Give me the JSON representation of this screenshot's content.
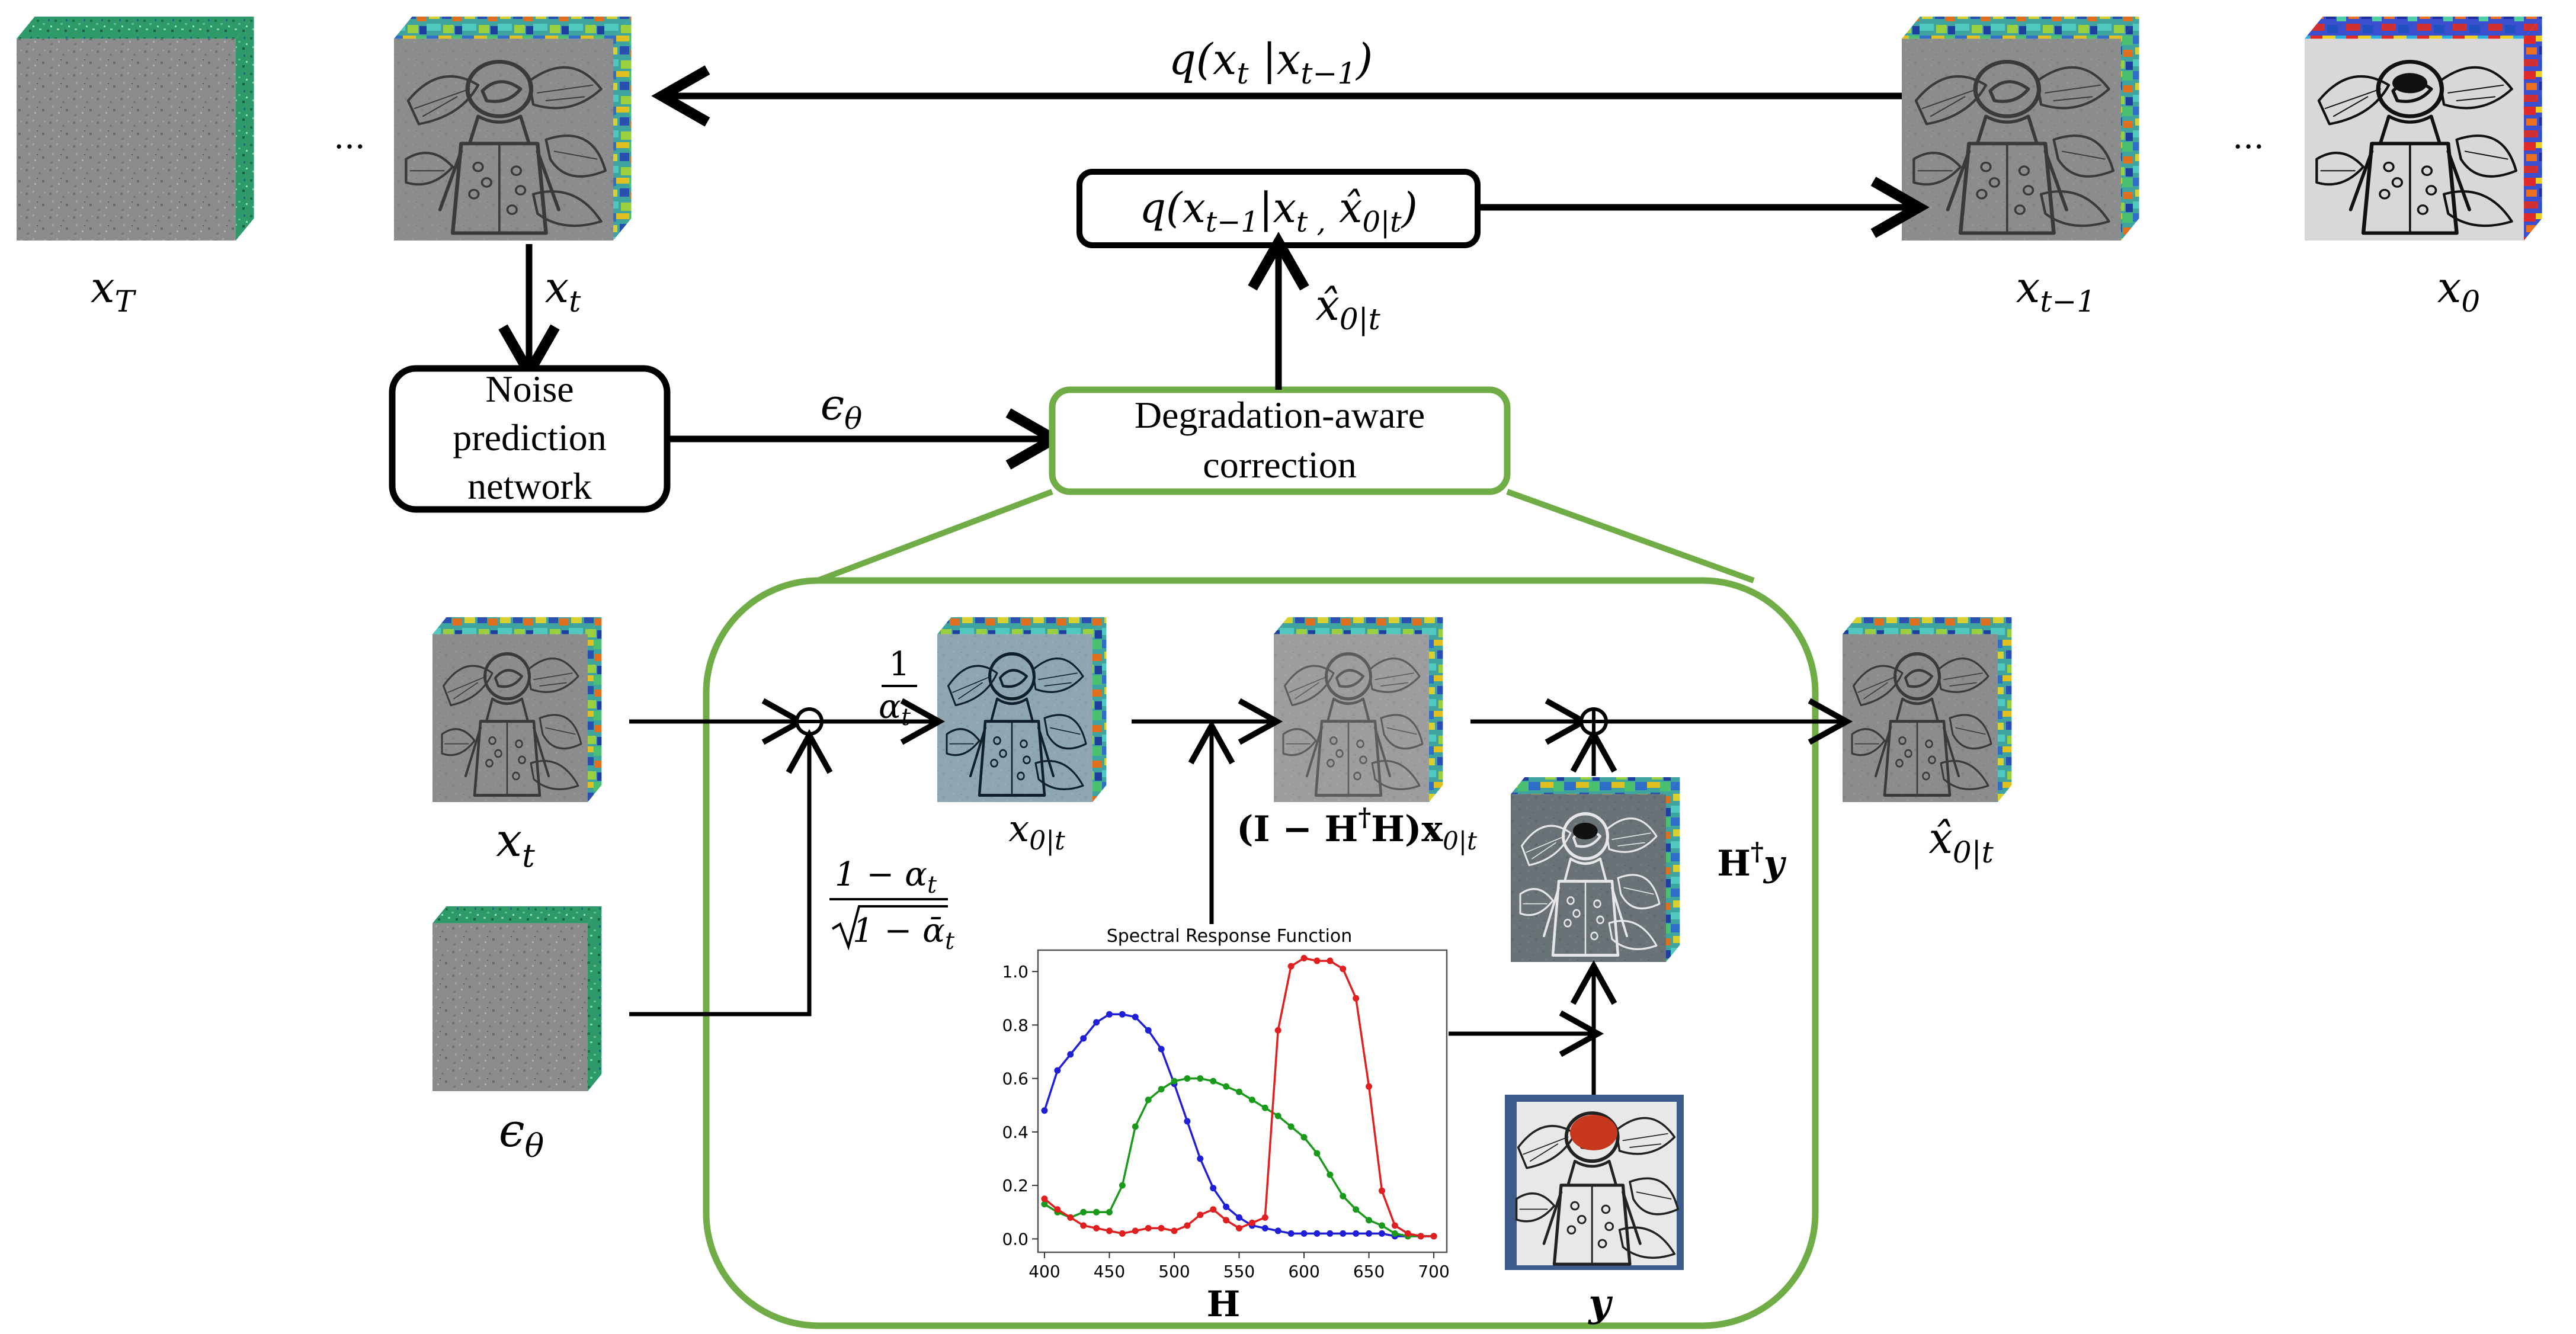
{
  "colors": {
    "green_box": "#70ad47",
    "black": "#000000",
    "series_blue": "#1f1fd8",
    "series_green": "#1a9a1a",
    "series_red": "#e02020"
  },
  "labels": {
    "x_T": "x",
    "x_T_sub": "T",
    "x_t": "x",
    "x_t_sub": "t",
    "x_tm1": "x",
    "x_tm1_sub": "t−1",
    "x_0": "x",
    "x_0_sub": "0",
    "ellipsis_left": "...",
    "ellipsis_right": "...",
    "forward_q": "q(x",
    "forward_q_sub1": "t",
    "forward_q_mid": " |x",
    "forward_q_sub2": "t−1",
    "forward_q_end": ")",
    "reverse_q": "q(x",
    "reverse_q_sub1": "t−1",
    "reverse_q_mid1": "|x",
    "reverse_q_sub2": "t ,",
    "reverse_q_mid2": " x̂",
    "reverse_q_sub3": "0|t",
    "reverse_q_end": ")",
    "xhat_0t": "x̂",
    "xhat_0t_sub": "0|t",
    "eps": "ϵ",
    "eps_sub": "θ",
    "noise_net_line1": "Noise",
    "noise_net_line2": "prediction",
    "noise_net_line3": "network",
    "dac_line1": "Degradation-aware",
    "dac_line2": "correction",
    "frac1_num": "1",
    "frac1_den": "α",
    "frac1_den_sub": "t",
    "frac2_num": "1 − α",
    "frac2_num_sub": "t",
    "frac2_den": "1 − ᾱ",
    "frac2_den_sub": "t",
    "x0t": "x",
    "x0t_sub": "0|t",
    "proj_label": "(I − H",
    "proj_dagger": "†",
    "proj_label2": "H)x",
    "proj_sub": "0|t",
    "hdag_y": "H",
    "hdag_y_dagger": "†",
    "hdag_y_y": "y",
    "H_label": "H",
    "y_label": "y",
    "minus_op": "−",
    "plus_op": "+"
  },
  "chart_data": {
    "type": "line",
    "title": "Spectral Response Function",
    "xlabel": "",
    "ylabel": "",
    "xlim": [
      395,
      710
    ],
    "ylim": [
      -0.05,
      1.08
    ],
    "xticks": [
      400,
      450,
      500,
      550,
      600,
      650,
      700
    ],
    "yticks": [
      0.0,
      0.2,
      0.4,
      0.6,
      0.8,
      1.0
    ],
    "xtick_labels": [
      "400",
      "450",
      "500",
      "550",
      "600",
      "650",
      "700"
    ],
    "ytick_labels": [
      "0.0",
      "0.2",
      "0.4",
      "0.6",
      "0.8",
      "1.0"
    ],
    "x": [
      400,
      410,
      420,
      430,
      440,
      450,
      460,
      470,
      480,
      490,
      500,
      510,
      520,
      530,
      540,
      550,
      560,
      570,
      580,
      590,
      600,
      610,
      620,
      630,
      640,
      650,
      660,
      670,
      680,
      690,
      700
    ],
    "series": [
      {
        "color": "#1f1fd8",
        "values": [
          0.48,
          0.63,
          0.69,
          0.75,
          0.81,
          0.84,
          0.84,
          0.83,
          0.78,
          0.71,
          0.58,
          0.44,
          0.3,
          0.19,
          0.12,
          0.08,
          0.05,
          0.04,
          0.03,
          0.02,
          0.02,
          0.02,
          0.02,
          0.02,
          0.02,
          0.02,
          0.02,
          0.01,
          0.01,
          0.01,
          0.01
        ]
      },
      {
        "color": "#1a9a1a",
        "values": [
          0.13,
          0.1,
          0.08,
          0.1,
          0.1,
          0.1,
          0.2,
          0.42,
          0.52,
          0.56,
          0.59,
          0.6,
          0.6,
          0.59,
          0.57,
          0.55,
          0.52,
          0.49,
          0.46,
          0.42,
          0.38,
          0.32,
          0.24,
          0.16,
          0.11,
          0.07,
          0.05,
          0.02,
          0.01,
          0.01,
          0.01
        ]
      },
      {
        "color": "#e02020",
        "values": [
          0.15,
          0.11,
          0.08,
          0.05,
          0.04,
          0.03,
          0.02,
          0.03,
          0.04,
          0.04,
          0.03,
          0.05,
          0.09,
          0.11,
          0.07,
          0.04,
          0.06,
          0.08,
          0.78,
          1.02,
          1.05,
          1.04,
          1.04,
          1.01,
          0.9,
          0.57,
          0.18,
          0.05,
          0.02,
          0.01,
          0.01
        ]
      }
    ]
  }
}
